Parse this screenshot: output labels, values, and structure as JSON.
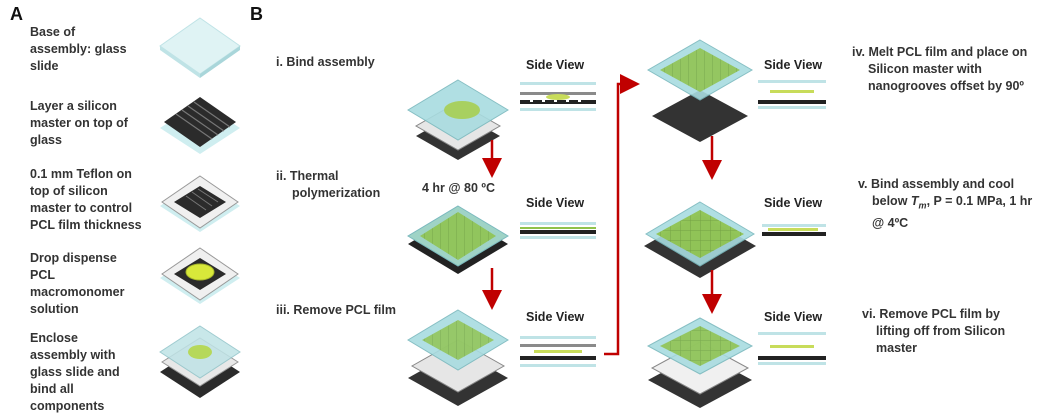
{
  "panel_a": {
    "letter": "A",
    "steps": [
      [
        "Base of",
        "assembly: glass",
        "slide"
      ],
      [
        "Layer a silicon",
        "master on top of",
        "glass"
      ],
      [
        "0.1 mm Teflon on",
        "top of silicon",
        "master to control",
        "PCL film thickness"
      ],
      [
        "Drop dispense",
        "PCL",
        "macromonomer",
        "solution"
      ],
      [
        "Enclose",
        "assembly with",
        "glass slide and",
        "bind all",
        "components"
      ]
    ]
  },
  "panel_b": {
    "letter": "B",
    "side_view_label": "Side View",
    "step1": "i. Bind assembly",
    "step2": [
      "ii. Thermal",
      "polymerization"
    ],
    "step2_condition": "4 hr @ 80 ºC",
    "step3": "iii. Remove PCL film",
    "step4": [
      "iv. Melt PCL film and place on",
      "Silicon master with",
      "nanogrooves offset by 90º"
    ],
    "step5_line1": "v. Bind assembly and cool",
    "step5_line2_pre": "below ",
    "step5_tm_italic": "T",
    "step5_tm_sub": "m",
    "step5_line2_post": ", P = 0.1 MPa, 1 hr",
    "step5_line3": "@ 4ºC",
    "step6": [
      "vi. Remove PCL film by",
      "lifting off from Silicon",
      "master"
    ]
  },
  "colors": {
    "glass": "#bfe3e6",
    "glass_edge": "#8fc3c8",
    "silicon": "#2b2b2b",
    "teflon": "#e6e6e6",
    "pcl": "#8fc24a",
    "arrow": "#c00000",
    "gray_layer": "#8a8a8a"
  }
}
